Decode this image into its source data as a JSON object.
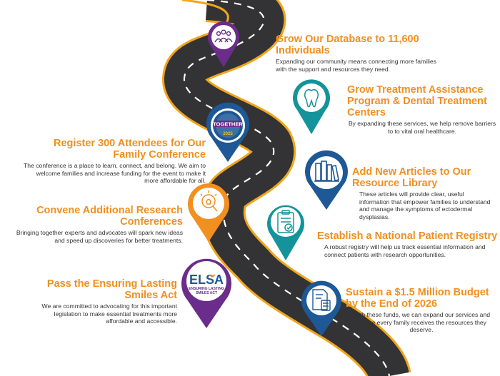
{
  "colors": {
    "orange": "#f18f1f",
    "teal": "#15939a",
    "navy": "#1e5896",
    "purple": "#6a2d8b",
    "road": "#333335",
    "road_edge": "#f2a51c",
    "lane": "#ffffff"
  },
  "goals": [
    {
      "title": "Grow Our Database to 11,600 Individuals",
      "body": "Expanding our community means connecting more families with the support and resources they need.",
      "color": "orange",
      "icon": "people-icon"
    },
    {
      "title": "Grow Treatment Assistance Program & Dental Treatment Centers",
      "body": "By expanding these services, we help remove barriers to to vital oral healthcare.",
      "color": "teal",
      "icon": "tooth-icon"
    },
    {
      "title": "Register 300 Attendees for Our Family Conference",
      "body": "The conference is a place to learn, connect, and belong. We aim to welcome families and increase funding for the event to make it more affordable for all.",
      "color": "orange",
      "icon": "conference-badge-icon"
    },
    {
      "title": "Add New Articles to Our Resource Library",
      "body": "These articles will provide clear, useful information that empower families to understand and manage the symptoms of ectodermal dysplasias.",
      "color": "teal",
      "icon": "books-icon"
    },
    {
      "title": "Convene Additional Research Conferences",
      "body": "Bringing together experts and advocates will spark new ideas and speed up discoveries for better treatments.",
      "color": "orange",
      "icon": "lightbulb-search-icon"
    },
    {
      "title": "Establish a National Patient Registry",
      "body": "A robust registry will help us track essential information and connect patients with research opportunities.",
      "color": "orange",
      "icon": "clipboard-check-icon"
    },
    {
      "title": "Pass the Ensuring Lasting Smiles Act",
      "body": "We are committed to advocating for this important legislation to make essential treatments more affordable and accessible.",
      "color": "orange",
      "icon": "elsa-logo-icon"
    },
    {
      "title": "Sustain a $1.5 Million Budget by the End of 2026",
      "body": "With these funds, we can expand our services and ensure every family receives the resources they deserve.",
      "color": "orange",
      "icon": "budget-document-icon"
    }
  ],
  "badges": {
    "conference": {
      "line1": "TOGETHER",
      "line2": "2025"
    },
    "elsa": {
      "logo": "ELSA",
      "line1": "ENSURING LASTING",
      "line2": "SMILES ACT"
    }
  }
}
